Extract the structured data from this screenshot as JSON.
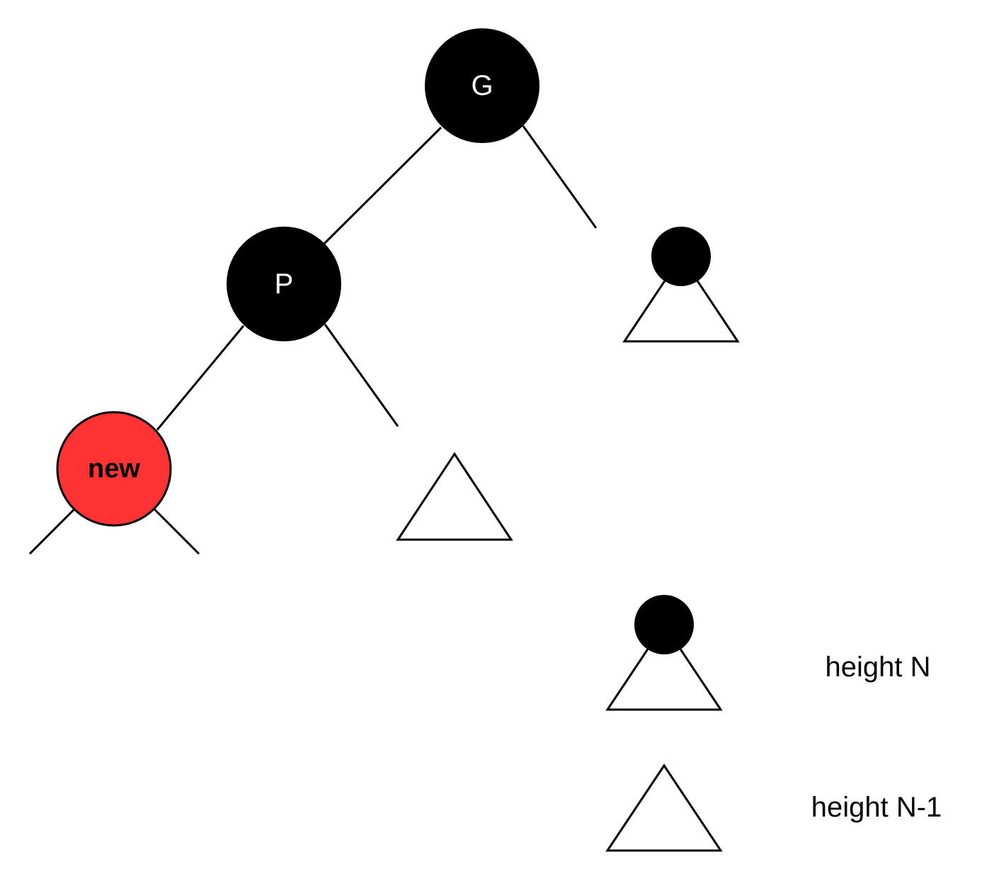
{
  "nodes": {
    "grandparent": {
      "label": "G"
    },
    "parent": {
      "label": "P"
    },
    "new_node": {
      "label": "new"
    }
  },
  "legend": {
    "subtree_height_n": {
      "text": "height N"
    },
    "subtree_height_n_minus_1": {
      "text": "height N-1"
    }
  },
  "colors": {
    "black_node": "#000000",
    "red_node": "#ff3333",
    "node_label_on_black": "#ffffff",
    "node_label_on_red": "#000000",
    "stroke": "#000000"
  }
}
